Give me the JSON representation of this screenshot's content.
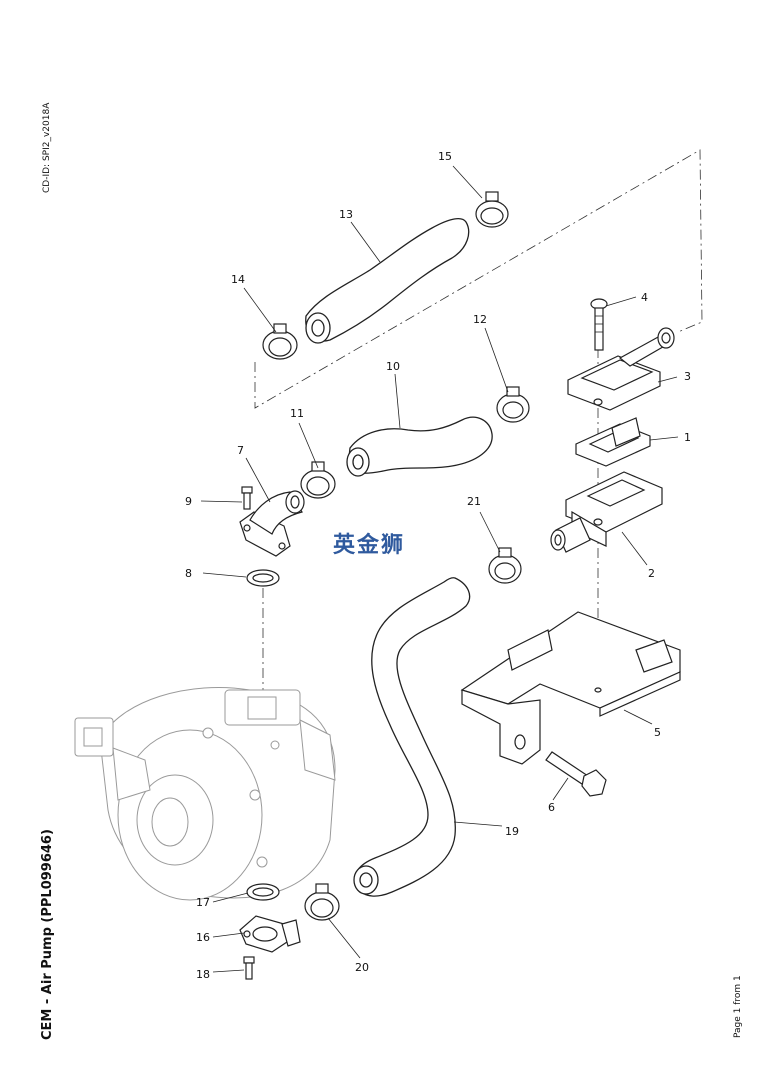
{
  "document": {
    "cd_id": "CD-ID: SPI2_v2018A",
    "title": "CEM - Air Pump (PPL099646)",
    "page_info": "Page 1 from 1"
  },
  "watermark": "英金狮",
  "callouts": [
    "1",
    "2",
    "3",
    "4",
    "5",
    "6",
    "7",
    "8",
    "9",
    "10",
    "11",
    "12",
    "13",
    "14",
    "15",
    "16",
    "17",
    "18",
    "19",
    "20",
    "21"
  ]
}
